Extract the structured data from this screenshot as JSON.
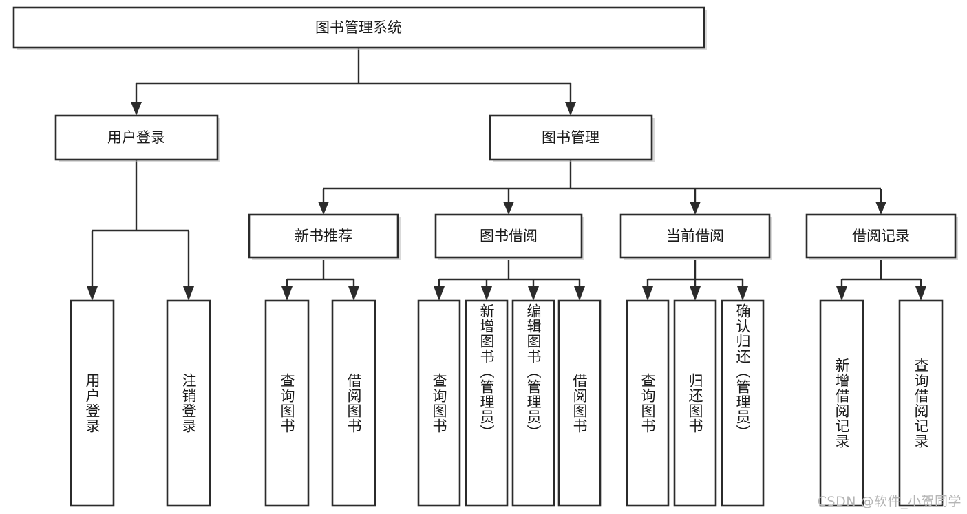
{
  "diagram": {
    "type": "tree",
    "title": "图书管理系统",
    "root": {
      "label": "图书管理系统"
    },
    "level2": [
      {
        "label": "用户登录"
      },
      {
        "label": "图书管理"
      }
    ],
    "level3": [
      {
        "label": "新书推荐"
      },
      {
        "label": "图书借阅"
      },
      {
        "label": "当前借阅"
      },
      {
        "label": "借阅记录"
      }
    ],
    "leaves": {
      "user_login": [
        {
          "label": "用户登录"
        },
        {
          "label": "注销登录"
        }
      ],
      "new_book_recommend": [
        {
          "label": "查询图书"
        },
        {
          "label": "借阅图书"
        }
      ],
      "book_borrow": [
        {
          "label": "查询图书"
        },
        {
          "label": "新增图书（管理员）"
        },
        {
          "label": "编辑图书（管理员）"
        },
        {
          "label": "借阅图书"
        }
      ],
      "current_borrow": [
        {
          "label": "查询图书"
        },
        {
          "label": "归还图书"
        },
        {
          "label": "确认归还（管理员）"
        }
      ],
      "borrow_record": [
        {
          "label": "新增借阅记录"
        },
        {
          "label": "查询借阅记录"
        }
      ]
    }
  },
  "watermark": {
    "text": "CSDN @软件_小贺同学"
  },
  "colors": {
    "box_stroke": "#2b2b2b",
    "box_fill": "#ffffff",
    "text": "#1a1a1a",
    "watermark": "#b5b5b5",
    "background": "#ffffff"
  }
}
